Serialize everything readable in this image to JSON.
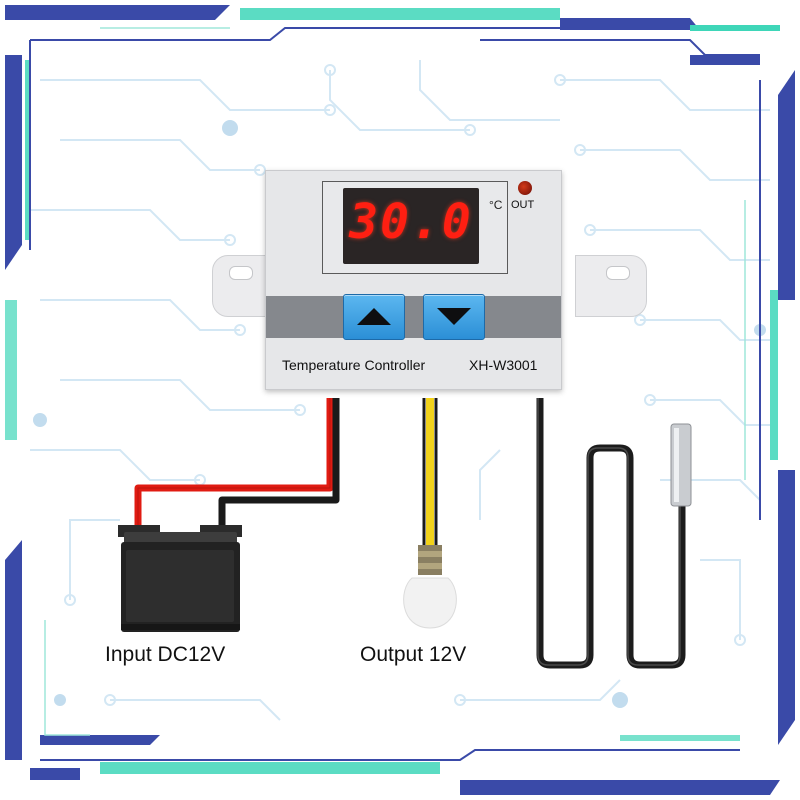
{
  "device": {
    "display_value": "30.0",
    "unit_label": "°C",
    "out_label": "OUT",
    "title": "Temperature Controller",
    "model": "XH-W3001",
    "buttons": [
      {
        "icon": "arrow-up-icon"
      },
      {
        "icon": "arrow-down-icon"
      }
    ]
  },
  "captions": {
    "input": "Input DC12V",
    "output": "Output 12V"
  },
  "colors": {
    "led_digits": "#ff1f12",
    "button_blue": "#2b8fd6",
    "frame_navy": "#3a4aa8",
    "frame_teal": "#3ed6b8",
    "wire_red": "#e01b12",
    "wire_yellow": "#f2d21a"
  }
}
